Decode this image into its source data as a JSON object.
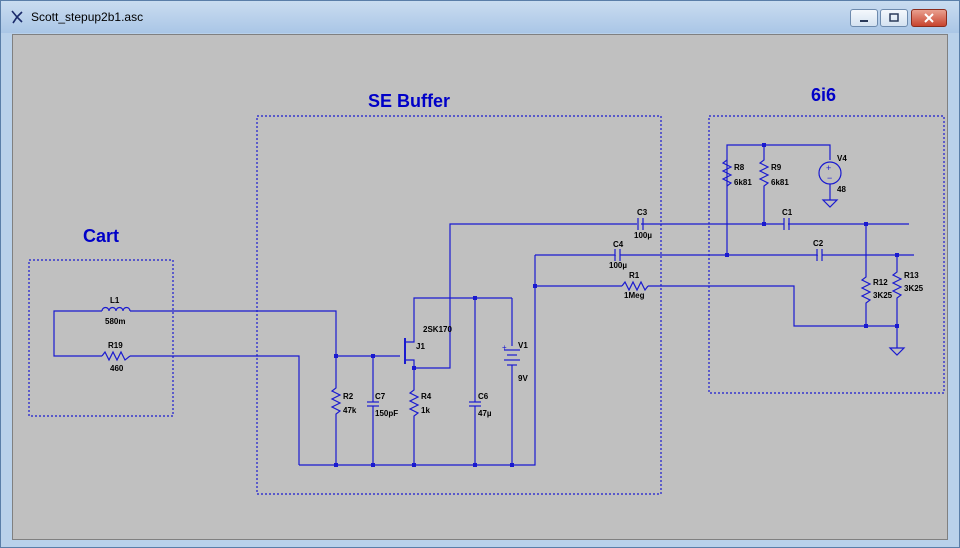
{
  "window": {
    "title": "Scott_stepup2b1.asc"
  },
  "labels": {
    "cart": "Cart",
    "se_buffer": "SE Buffer",
    "six_i6": "6i6"
  },
  "components": {
    "L1": {
      "name": "L1",
      "value": "580m"
    },
    "R19": {
      "name": "R19",
      "value": "460"
    },
    "R2": {
      "name": "R2",
      "value": "47k"
    },
    "C7": {
      "name": "C7",
      "value": "150pF"
    },
    "R4": {
      "name": "R4",
      "value": "1k"
    },
    "J1": {
      "name": "J1",
      "value": "2SK170"
    },
    "C6": {
      "name": "C6",
      "value": "47µ"
    },
    "V1": {
      "name": "V1",
      "value": "9V"
    },
    "C3": {
      "name": "C3",
      "value": "100µ"
    },
    "C4": {
      "name": "C4",
      "value": "100µ"
    },
    "R1": {
      "name": "R1",
      "value": "1Meg"
    },
    "R8": {
      "name": "R8",
      "value": "6k81"
    },
    "R9": {
      "name": "R9",
      "value": "6k81"
    },
    "V4": {
      "name": "V4",
      "value": "48"
    },
    "C1": {
      "name": "C1"
    },
    "C2": {
      "name": "C2"
    },
    "R12": {
      "name": "R12",
      "value": "3K25"
    },
    "R13": {
      "name": "R13",
      "value": "3K25"
    }
  },
  "colors": {
    "wire": "#1a1ad0",
    "canvas": "#c0c0c0",
    "label": "#0000c8"
  }
}
